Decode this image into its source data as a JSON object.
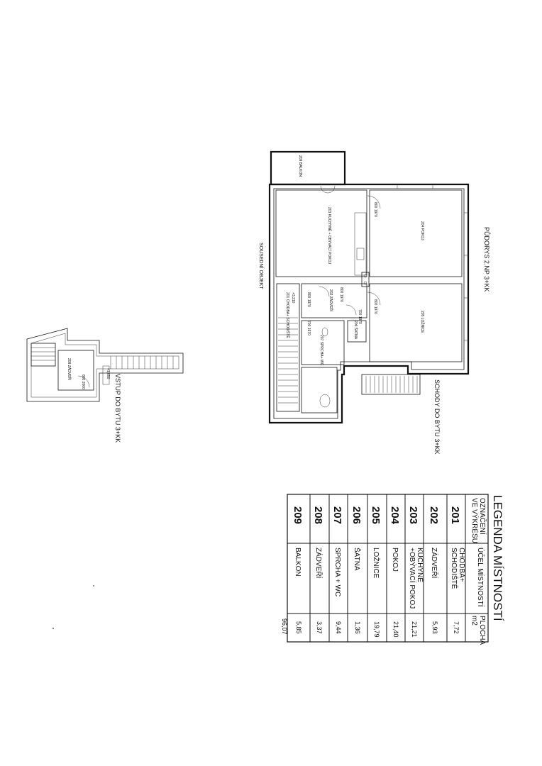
{
  "plan": {
    "title": "PŮDORYS 2.NP 3+KK",
    "stairs_label": "SCHODY DO BYTU 3+KK",
    "neighbor_label": "SOUSEDNÍ OBJEKT",
    "rooms": {
      "balcony": "209 BALKON",
      "kitchen": "203 KUCHYNĚ + OBÝVACÍ POKOJ",
      "room": "204 POKOJ",
      "bedroom": "205 LOŽNICE",
      "hall": "202 ZÁDVEŘÍ",
      "corridor": "201 CHODBA+ SCHODIŠTĚ",
      "corridor_level": "+3,210",
      "dressing": "206 ŠATNA",
      "bathroom": "207 SPRCHA+ WC"
    },
    "doors": {
      "d1": "800 1970",
      "d2": "800 1970",
      "d3": "800 1970",
      "d4": "800 1970",
      "d5": "700 1970",
      "d6": "700 1970"
    }
  },
  "entry": {
    "title": "VSTUP DO BYTU 3+KK",
    "room": "208 ZÁDVEŘÍ",
    "door": "800 2000",
    "level": "+1,050"
  },
  "legend": {
    "title": "LEGENDA MÍSTNOSTÍ",
    "headers": {
      "code": "OZNAČENÍ VE VÝKRESU",
      "use": "ÚČEL MÍSTNOSTÍ",
      "area": "PLOCHA m2"
    },
    "rows": [
      {
        "code": "201",
        "use": "CHODBA+ SCHODIŠTĚ",
        "area": "7,72"
      },
      {
        "code": "202",
        "use": "ZÁDVEŘÍ",
        "area": "5,93"
      },
      {
        "code": "203",
        "use": "KUCHYNĚ +OBÝVACÍ POKOJ",
        "area": "21,21"
      },
      {
        "code": "204",
        "use": "POKOJ",
        "area": "21,40"
      },
      {
        "code": "205",
        "use": "LOŽNICE",
        "area": "19,79"
      },
      {
        "code": "206",
        "use": "ŠATNA",
        "area": "1,36"
      },
      {
        "code": "207",
        "use": "SPRCHA + WC",
        "area": "9,44"
      },
      {
        "code": "208",
        "use": "ZÁDVEŘÍ",
        "area": "3,37"
      },
      {
        "code": "209",
        "use": "BALKON",
        "area": "5,85"
      }
    ],
    "total": "96,07"
  }
}
